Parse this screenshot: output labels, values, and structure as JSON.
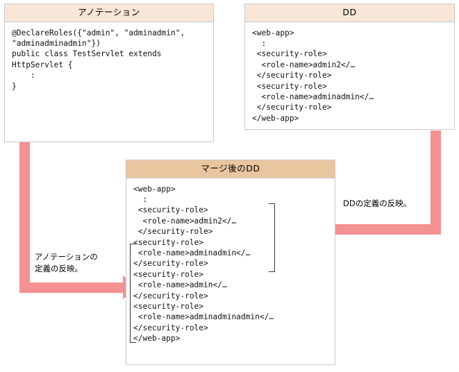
{
  "panels": {
    "annotation": {
      "title": "アノテーション",
      "code": "@DeclareRoles({\"admin\", \"adminadmin\",\n\"adminadminadmin\"})\npublic class TestServlet extends\nHttpServlet {\n    :\n}"
    },
    "dd": {
      "title": "DD",
      "code": "<web-app>\n  :\n <security-role>\n  <role-name>admin2</…\n </security-role>\n <security-role>\n  <role-name>adminadmin</…\n </security-role>\n</web-app>"
    },
    "merged": {
      "title": "マージ後のDD",
      "code": "<web-app>\n  :\n <security-role>\n  <role-name>admin2</…\n </security-role>\n<security-role>\n <role-name>adminadmin</…\n</security-role>\n<security-role>\n <role-name>admin</…\n</security-role>\n<security-role>\n <role-name>adminadminadmin</…\n</security-role>\n</web-app>"
    }
  },
  "arrows": {
    "left": {
      "caption": "アノテーションの\n定義の反映。",
      "color": "#f49191",
      "direction": "down-then-right"
    },
    "right": {
      "caption": "DDの定義の反映。",
      "color": "#f49191",
      "direction": "down-then-left"
    }
  },
  "brackets": {
    "from_dd": "右側の角括弧",
    "from_annotation": "左側の角括弧"
  },
  "colors": {
    "header_light": "#f8e6d8",
    "header_dark": "#e9c6a0",
    "border": "#c9c9cd",
    "arrow": "#f49191",
    "bracket": "#333333"
  }
}
